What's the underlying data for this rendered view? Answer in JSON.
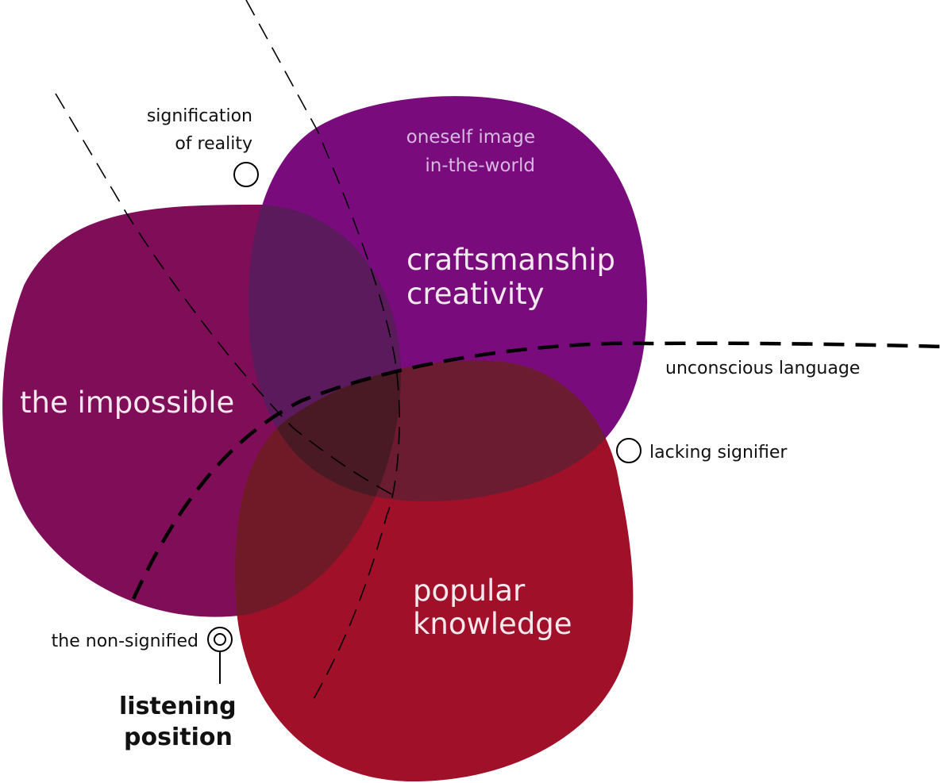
{
  "diagram": {
    "blobs": {
      "impossible": {
        "label": "the impossible",
        "color": "#7F0D58"
      },
      "craftsmanship": {
        "label_line1": "craftsmanship",
        "label_line2": "creativity",
        "color": "#7A0B7D"
      },
      "popular": {
        "label_line1": "popular",
        "label_line2": "knowledge",
        "color": "#A01028"
      },
      "overlap_impossible_craft": {
        "color": "#5A1A5C"
      },
      "overlap_craft_popular": {
        "color": "#6B1C30"
      },
      "overlap_impossible_popular": {
        "color": "#701A28"
      },
      "overlap_center": {
        "color": "#4A1A24"
      }
    },
    "sublabel_line1": "oneself image",
    "sublabel_line2": "in-the-world",
    "annotations": {
      "signification_line1": "signification",
      "signification_line2": "of reality",
      "unconscious_language": "unconscious language",
      "lacking_signifier": "lacking signifier",
      "non_signified": "the non-signified",
      "listening_line1": "listening",
      "listening_line2": "position"
    },
    "colors": {
      "text_dark": "#111111",
      "text_light": "#F2E8EE",
      "stroke": "#000000"
    }
  }
}
